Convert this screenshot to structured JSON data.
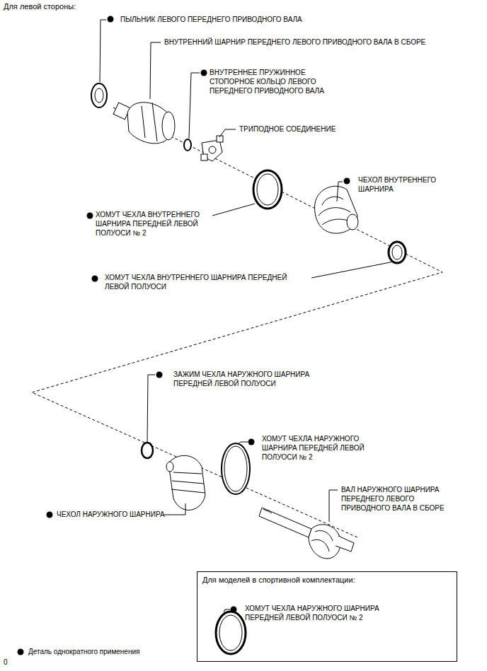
{
  "diagram": {
    "title": "Для левой стороны:",
    "nodes": [
      {
        "text": [
          "Для моделей в спортивной комплектации:",
          "ХОМУТ ЧЕХЛА НАРУЖНОГО ШАРНИРА ПЕРЕДНЕЙ ЛЕВОЙ ПОЛУОСИ № 2"
        ]
      }
    ],
    "labels": [
      "ПЫЛЬНИК ЛЕВОГО ПЕРЕДНЕГО ПРИВОДНОГО ВАЛА",
      "ВНУТРЕННИЙ ШАРНИР ПЕРЕДНЕГО ЛЕВОГО ПРИВОДНОГО ВАЛА В СБОРЕ",
      "ВНУТРЕННЕЕ ПРУЖИННОЕ СТОПОРНОЕ КОЛЬЦО ЛЕВОГО ПЕРЕДНЕГО ПРИВОДНОГО ВАЛА",
      "ТРИПОДНОЕ СОЕДИНЕНИЕ",
      "ЧЕХОЛ ВНУТРЕННЕГО ШАРНИРА",
      "ХОМУТ ЧЕХЛА ВНУТРЕННЕГО ШАРНИРА ПЕРЕДНЕЙ ЛЕВОЙ ПОЛУОСИ № 2",
      "ХОМУТ ЧЕХЛА ВНУТРЕННЕГО ШАРНИРА ПЕРЕДНЕЙ ЛЕВОЙ ПОЛУОСИ",
      "ЗАЖИМ ЧЕХЛА НАРУЖНОГО ШАРНИРА ПЕРЕДНЕЙ ЛЕВОЙ ПОЛУОСИ",
      "ХОМУТ ЧЕХЛА НАРУЖНОГО ШАРНИРА ПЕРЕДНЕЙ ЛЕВОЙ ПОЛУОСИ № 2",
      "ЧЕХОЛ НАРУЖНОГО ШАРНИРА",
      "ВАЛ НАРУЖНОГО ШАРНИРА ПЕРЕДНЕГО ЛЕВОГО ПРИВОДНОГО ВАЛА В СБОРЕ",
      "0"
    ],
    "legend": [
      {
        "text": "Деталь однократного применения"
      }
    ]
  }
}
